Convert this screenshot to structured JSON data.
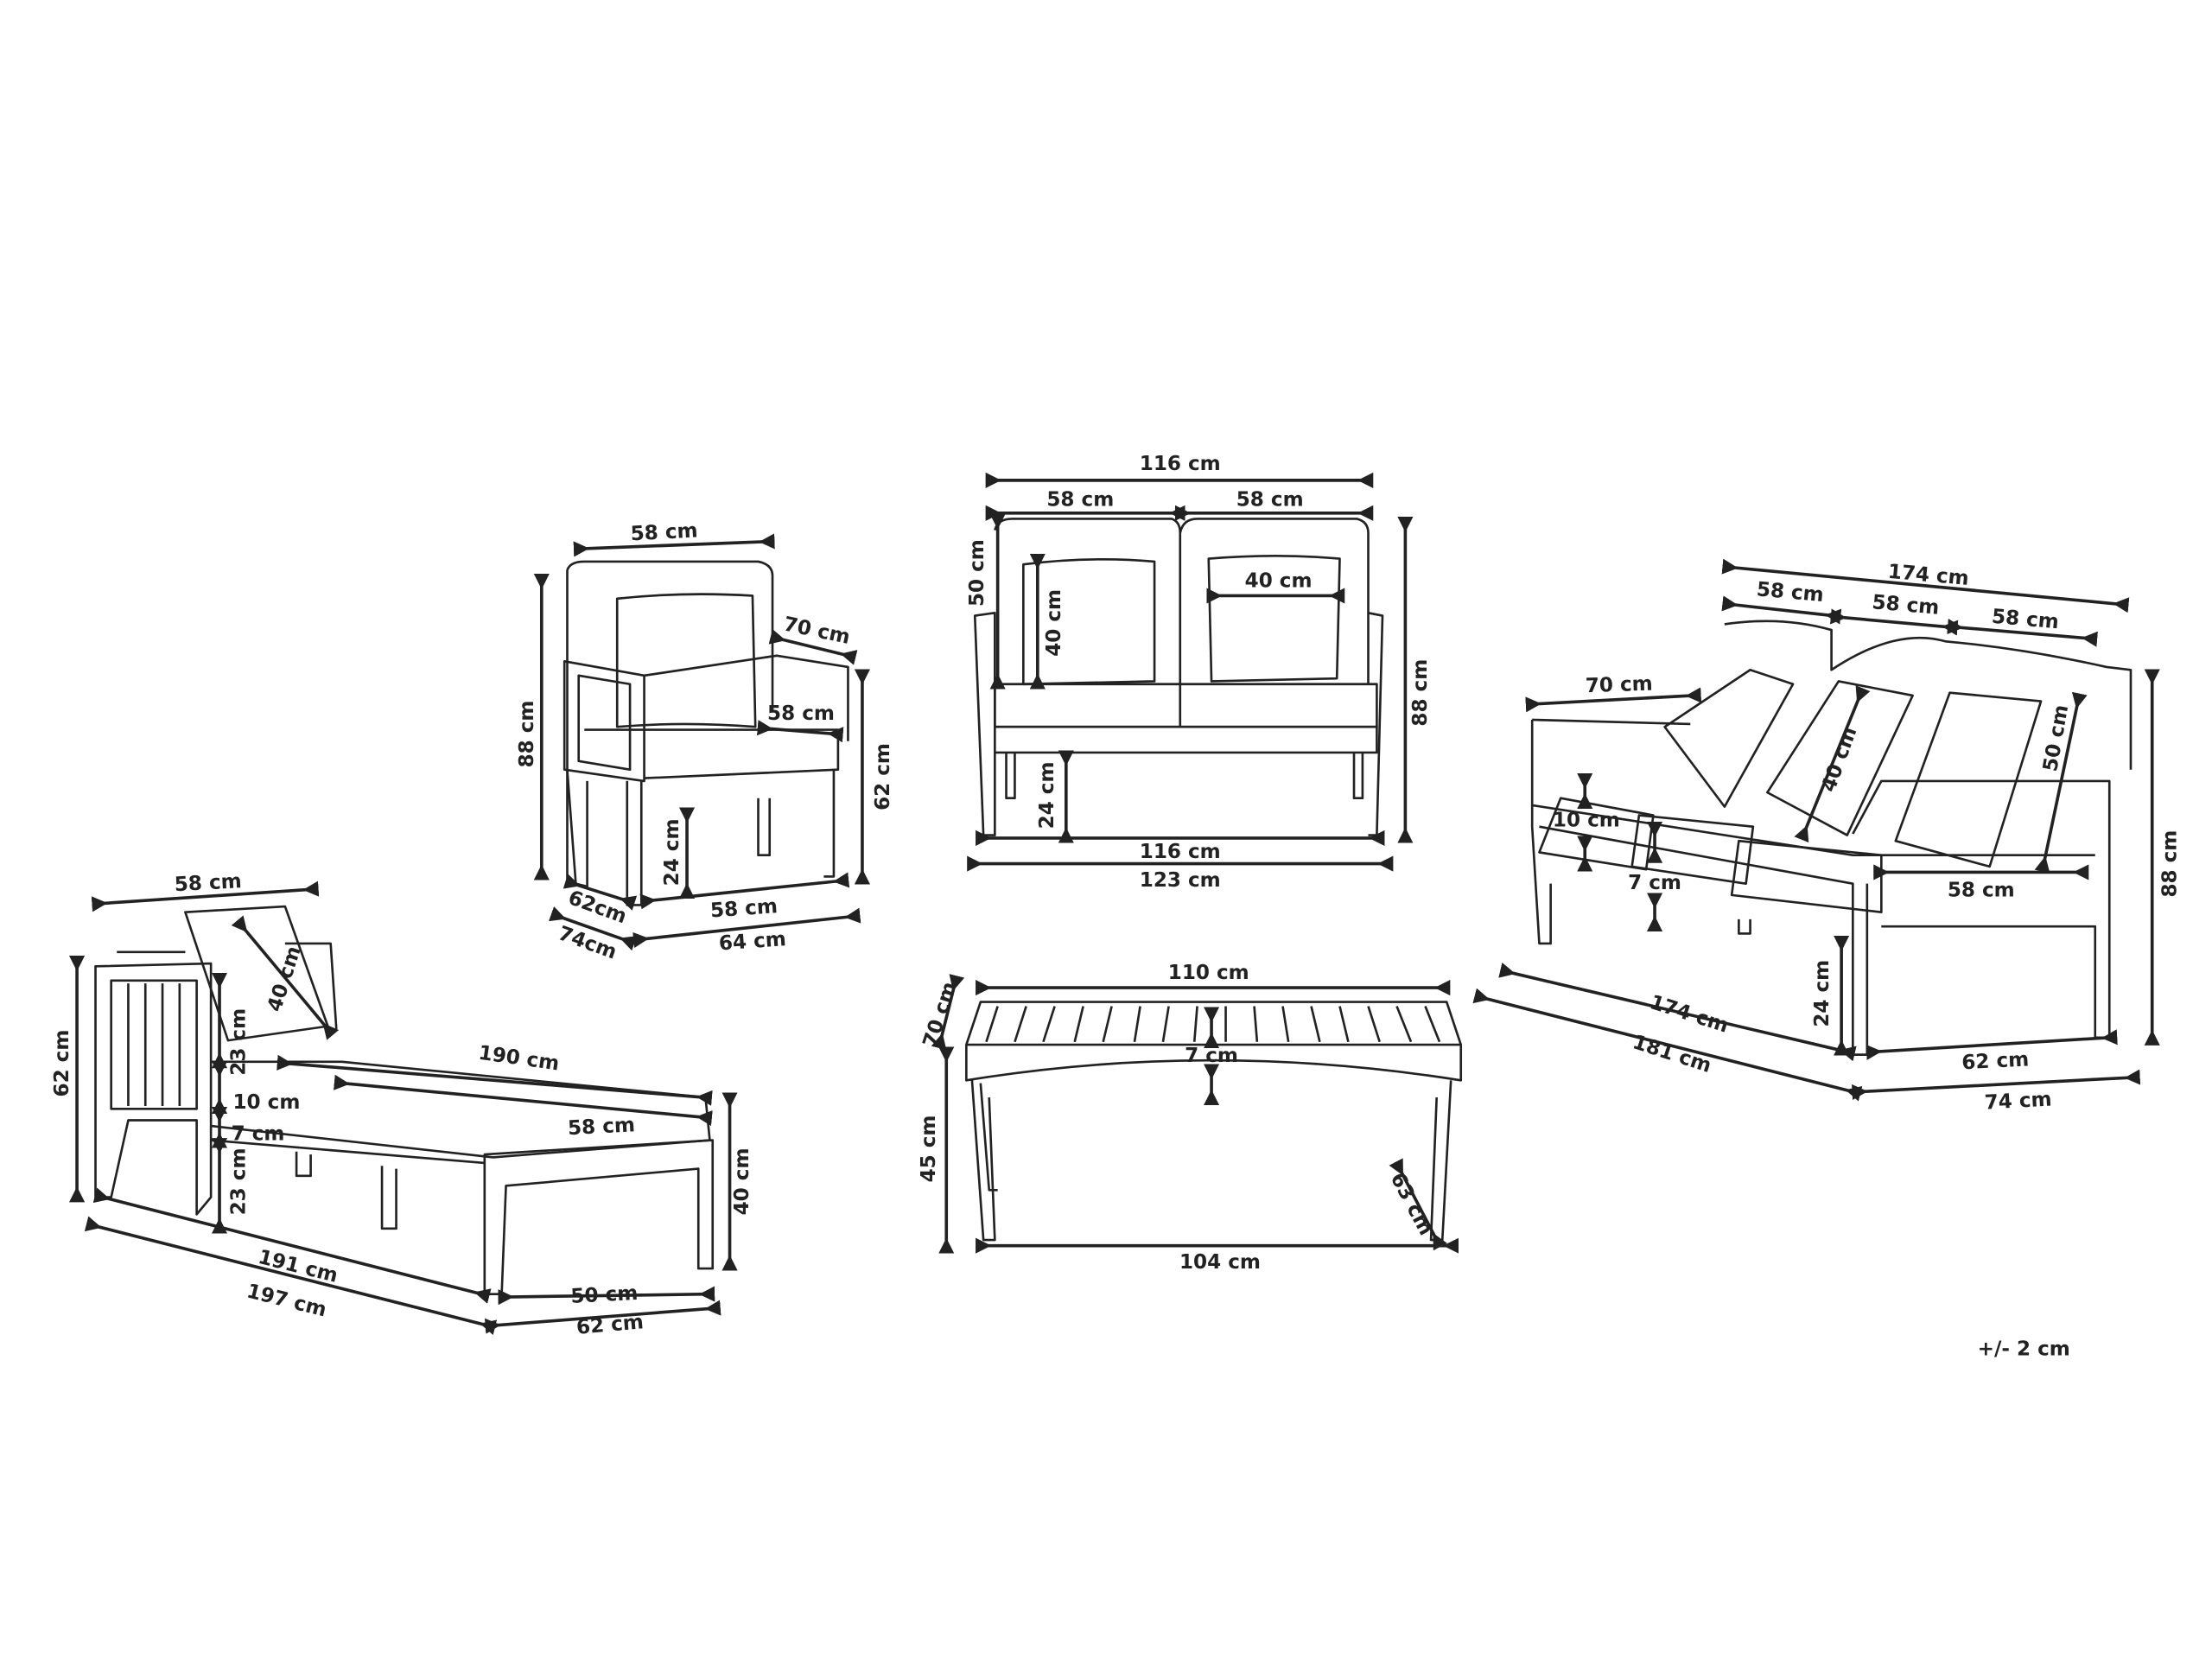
{
  "tolerance": "+/- 2 cm",
  "armchair": [
    "58 cm",
    "70 cm",
    "58 cm",
    "88 cm",
    "62 cm",
    "24 cm",
    "58 cm",
    "64 cm",
    "62cm",
    "74cm"
  ],
  "loveseat": [
    "116 cm",
    "58 cm",
    "58 cm",
    "50 cm",
    "40 cm",
    "40 cm",
    "88 cm",
    "24 cm",
    "116 cm",
    "123 cm"
  ],
  "sofa": [
    "174 cm",
    "58 cm",
    "58 cm",
    "58 cm",
    "70 cm",
    "40 cm",
    "50 cm",
    "10 cm",
    "7 cm",
    "58 cm",
    "88 cm",
    "174 cm",
    "181 cm",
    "24 cm",
    "62 cm",
    "74 cm"
  ],
  "lounger": [
    "58 cm",
    "40 cm",
    "62 cm",
    "23 cm",
    "190 cm",
    "10 cm",
    "7 cm",
    "58 cm",
    "23 cm",
    "40 cm",
    "191 cm",
    "197 cm",
    "50 cm",
    "62 cm"
  ],
  "table": [
    "110 cm",
    "70 cm",
    "7 cm",
    "45 cm",
    "63 cm",
    "104 cm"
  ]
}
